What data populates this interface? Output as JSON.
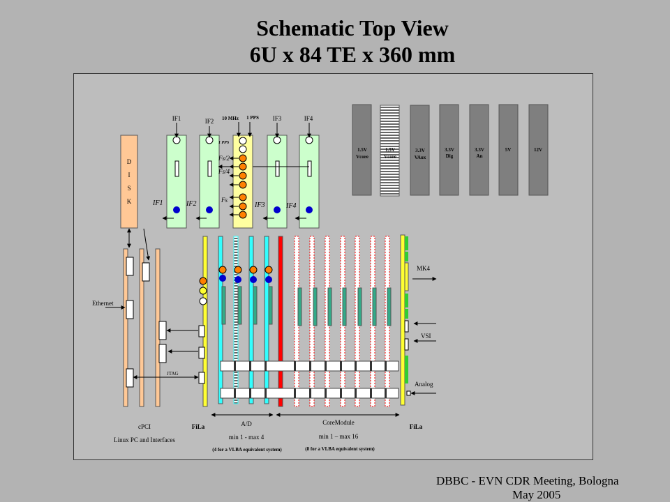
{
  "title": {
    "line1": "Schematic Top View",
    "line2": "6U x 84 TE x 360 mm"
  },
  "footer": {
    "line1": "DBBC - EVN CDR Meeting, Bologna",
    "line2": "May 2005"
  },
  "disk": {
    "letters": [
      "D",
      "I",
      "S",
      "K"
    ]
  },
  "if_labels_top": [
    "IF1",
    "IF2",
    "IF3",
    "IF4"
  ],
  "if_labels_side": [
    "IF1",
    "IF2",
    "IF3",
    "IF4"
  ],
  "clock": {
    "mhz": "10 MHz",
    "pps": "1 PPS",
    "pps_small": "1 PPS",
    "fs2": "Fs/2",
    "fs4": "Fs/4",
    "fs": "Fs"
  },
  "power": [
    {
      "line1": "1.5V",
      "line2": "Vcore"
    },
    {
      "line1": "1.5V",
      "line2": "Vcore"
    },
    {
      "line1": "3.3V",
      "line2": "VAux"
    },
    {
      "line1": "3.3V",
      "line2": "Dig"
    },
    {
      "line1": "3.3V",
      "line2": "An"
    },
    {
      "line1": "5V",
      "line2": ""
    },
    {
      "line1": "12V",
      "line2": ""
    }
  ],
  "labels": {
    "ethernet": "Ethernet",
    "jtag": "JTAG",
    "mk4": "MK4",
    "vsi": "VSI",
    "analog": "Analog",
    "cpci": "cPCI",
    "linux": "Linux PC and Interfaces",
    "fila_left": "FiLa",
    "fila_right": "FiLa",
    "ad": "A/D",
    "ad_range": "min 1 - max 4",
    "ad_note": "(4 for a VLBA equivalent system)",
    "core": "CoreModule",
    "core_range": "min 1 – max 16",
    "core_note": "(8 for a VLBA equivalent system)"
  },
  "colors": {
    "background": "#b3b3b3",
    "disk": "#ffc896",
    "if_board": "#ccffcc",
    "clock_board": "#ffffa0",
    "ad_board": "#33ffff",
    "core_board": "#ffffff",
    "core_accent": "#ff0000",
    "fila": "#ffff33",
    "connector_green": "#33cc33",
    "blue_dot": "#0000cc",
    "orange_dot": "#ff8000"
  }
}
